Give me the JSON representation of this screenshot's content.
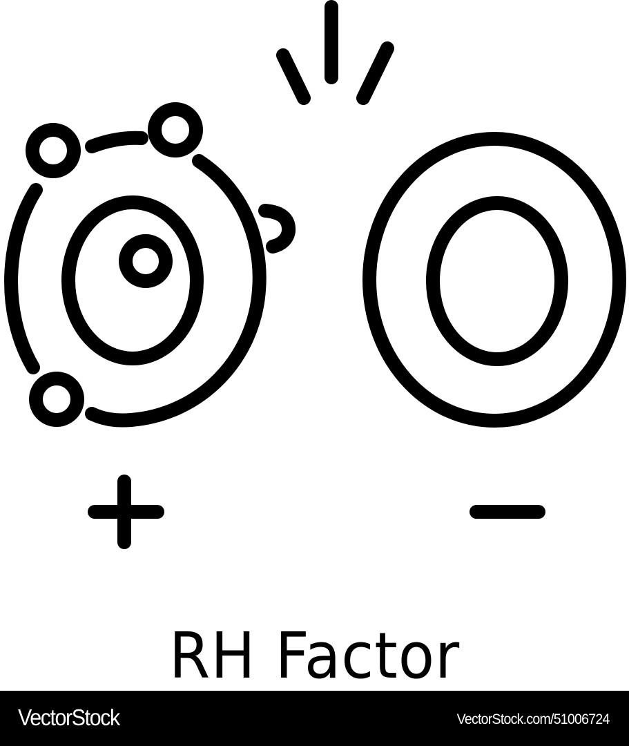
{
  "illustration": {
    "title": "RH Factor",
    "positive_sign": "+",
    "negative_sign": "−",
    "icons": [
      "rh-positive-cell-icon",
      "rh-negative-cell-icon",
      "burst-lines-icon",
      "plus-icon",
      "minus-icon"
    ],
    "stroke_color": "#000000",
    "background_color": "#ffffff"
  },
  "footer": {
    "brand": "VectorStock",
    "url": "VectorStock.com/51006724",
    "background_color": "#000000",
    "text_color": "#ffffff"
  }
}
